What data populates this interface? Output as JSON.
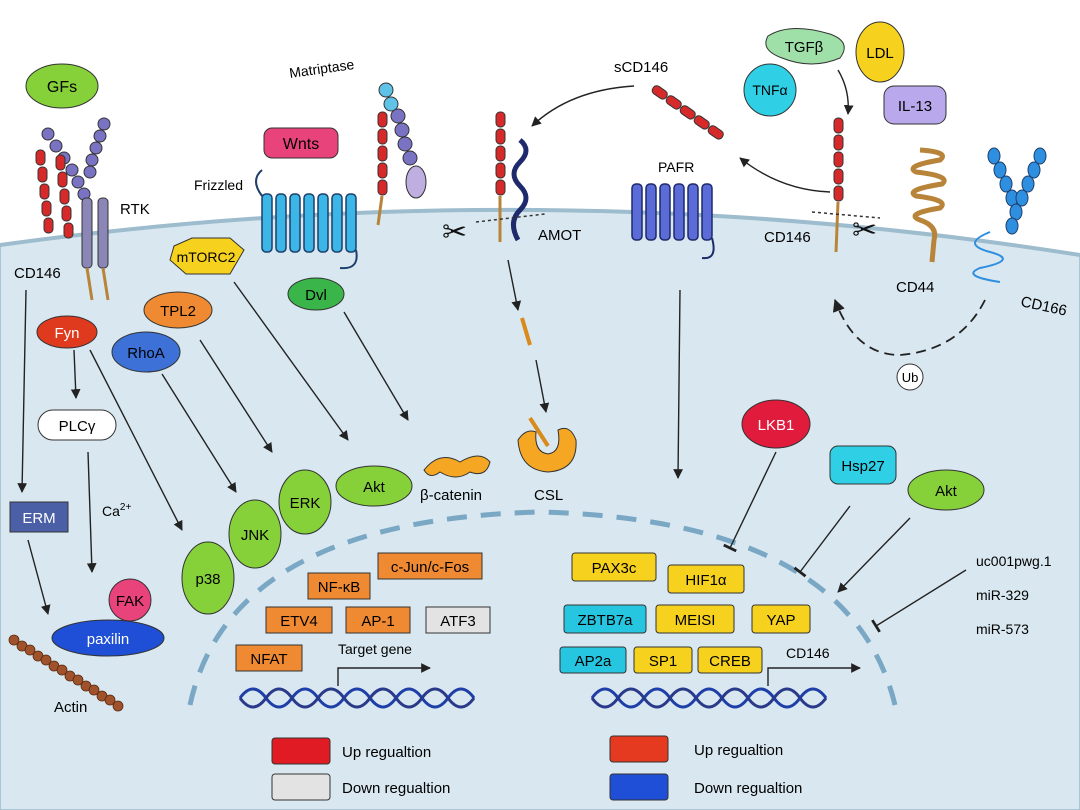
{
  "colors": {
    "cytoplasm": "#d6e7ef",
    "membrane_edge": "#8fb3c8",
    "nucleus_dash": "#7aa7c4",
    "orange": "#ef8a33",
    "yellow": "#f6d21f",
    "green": "#86d13a",
    "red": "#e01b24",
    "blue": "#1f4fd6",
    "cyan": "#26c6e0",
    "grey": "#e3e3e3"
  },
  "labels": {
    "gfs": "GFs",
    "rtk": "RTK",
    "cd146_left": "CD146",
    "matriptase": "Matriptase",
    "wnts": "Wnts",
    "frizzled": "Frizzled",
    "mtorc2": "mTORC2",
    "dvl": "Dvl",
    "tpl2": "TPL2",
    "rhoa": "RhoA",
    "fyn": "Fyn",
    "plcy": "PLCγ",
    "ca2": "Ca",
    "ca2_sup": "2+",
    "erm": "ERM",
    "fak": "FAK",
    "paxilin": "paxilin",
    "actin": "Actin",
    "amot": "AMOT",
    "scd146": "sCD146",
    "csl": "CSL",
    "beta_catenin": "β-catenin",
    "pafr": "PAFR",
    "tgfb": "TGFβ",
    "ldl": "LDL",
    "tnfa": "TNFα",
    "il13": "IL-13",
    "cd146_right": "CD146",
    "cd44": "CD44",
    "cd166": "CD166",
    "ub": "Ub",
    "lkb1": "LKB1",
    "hsp27": "Hsp27",
    "akt_right": "Akt",
    "akt_left": "Akt",
    "erk": "ERK",
    "jnk": "JNK",
    "p38": "p38",
    "mirna1": "uc001pwg.1",
    "mirna2": "miR-329",
    "mirna3": "miR-573",
    "target_gene": "Target gene",
    "cd146_gene": "CD146"
  },
  "left_tfs": [
    {
      "label": "c-Jun/c-Fos",
      "color": "#ef8a33"
    },
    {
      "label": "NF-κB",
      "color": "#ef8a33"
    },
    {
      "label": "ETV4",
      "color": "#ef8a33"
    },
    {
      "label": "AP-1",
      "color": "#ef8a33"
    },
    {
      "label": "ATF3",
      "color": "#e3e3e3"
    },
    {
      "label": "NFAT",
      "color": "#ef8a33"
    }
  ],
  "right_tfs": [
    {
      "label": "PAX3c",
      "color": "#f6d21f"
    },
    {
      "label": "HIF1α",
      "color": "#f6d21f"
    },
    {
      "label": "ZBTB7a",
      "color": "#26c6e0"
    },
    {
      "label": "MEISI",
      "color": "#f6d21f"
    },
    {
      "label": "YAP",
      "color": "#f6d21f"
    },
    {
      "label": "AP2a",
      "color": "#26c6e0"
    },
    {
      "label": "SP1",
      "color": "#f6d21f"
    },
    {
      "label": "CREB",
      "color": "#f6d21f"
    }
  ],
  "legend": {
    "left": [
      {
        "label": "Up regualtion",
        "color": "#e01b24"
      },
      {
        "label": "Down regualtion",
        "color": "#e3e3e3"
      }
    ],
    "right": [
      {
        "label": "Up regualtion",
        "color": "#e53a20"
      },
      {
        "label": "Down regualtion",
        "color": "#1f4fd6"
      }
    ]
  }
}
